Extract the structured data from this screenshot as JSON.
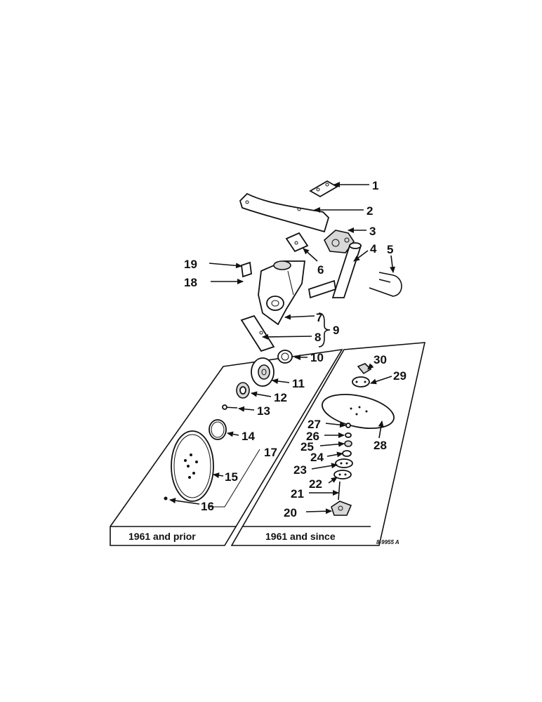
{
  "callouts": [
    "1",
    "2",
    "3",
    "4",
    "5",
    "6",
    "7",
    "8",
    "9",
    "10",
    "11",
    "12",
    "13",
    "14",
    "15",
    "16",
    "17",
    "18",
    "19",
    "20",
    "21",
    "22",
    "23",
    "24",
    "25",
    "26",
    "27",
    "28",
    "29",
    "30"
  ],
  "panels": {
    "left_label": "1961 and prior",
    "right_label": "1961 and since"
  },
  "drawing_code": "8-9955 A"
}
